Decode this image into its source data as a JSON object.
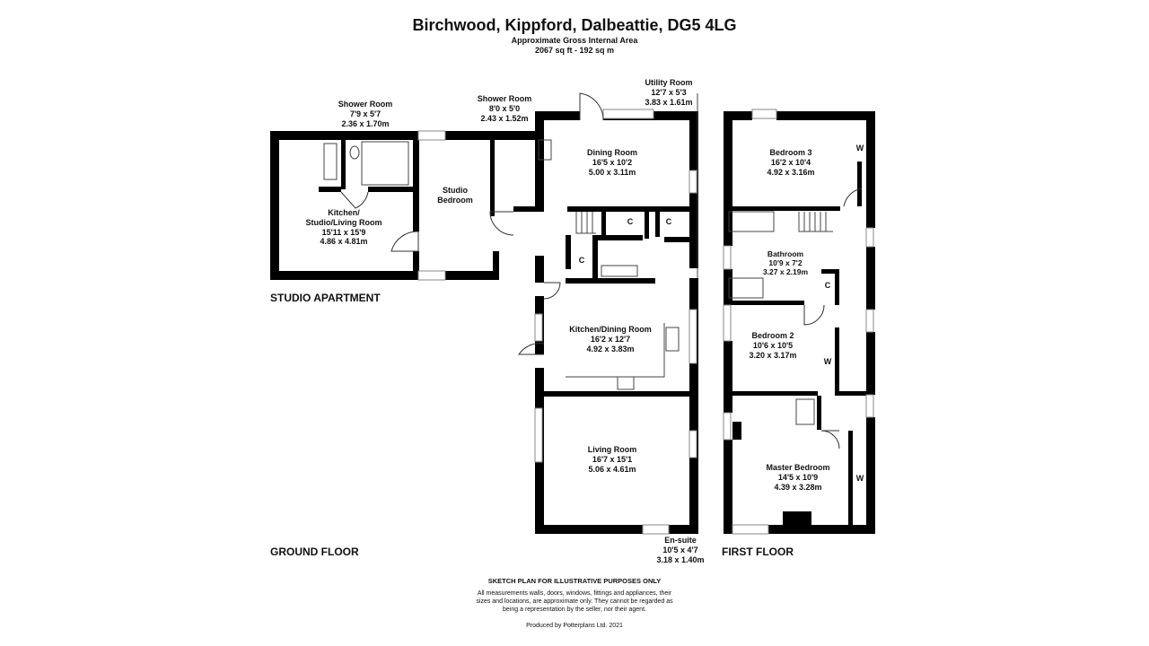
{
  "header": {
    "title": "Birchwood, Kippford, Dalbeattie, DG5 4LG",
    "subtitle": "Approximate Gross Internal Area",
    "area": "2067 sq ft - 192 sq m"
  },
  "rooms": {
    "studio_shower": {
      "name": "Shower Room",
      "imperial": "7'9 x 5'7",
      "metric": "2.36 x 1.70m"
    },
    "shower": {
      "name": "Shower Room",
      "imperial": "8'0 x 5'0",
      "metric": "2.43 x 1.52m"
    },
    "utility": {
      "name": "Utility Room",
      "imperial": "12'7 x 5'3",
      "metric": "3.83 x 1.61m"
    },
    "dining": {
      "name": "Dining Room",
      "imperial": "16'5 x 10'2",
      "metric": "5.00 x 3.11m"
    },
    "studio_bedroom": {
      "name1": "Studio",
      "name2": "Bedroom"
    },
    "studio_kitchen": {
      "name1": "Kitchen/",
      "name2": "Studio/Living Room",
      "imperial": "15'11 x 15'9",
      "metric": "4.86 x 4.81m"
    },
    "kitchen_dining": {
      "name": "Kitchen/Dining Room",
      "imperial": "16'2 x 12'7",
      "metric": "4.92 x 3.83m"
    },
    "living": {
      "name": "Living Room",
      "imperial": "16'7 x 15'1",
      "metric": "5.06 x 4.61m"
    },
    "ensuite": {
      "name": "En-suite",
      "imperial": "10'5 x 4'7",
      "metric": "3.18 x 1.40m"
    },
    "bedroom3": {
      "name": "Bedroom 3",
      "imperial": "16'2 x 10'4",
      "metric": "4.92 x 3.16m"
    },
    "bathroom": {
      "name": "Bathroom",
      "imperial": "10'9 x 7'2",
      "metric": "3.27 x 2.19m"
    },
    "bedroom2": {
      "name": "Bedroom 2",
      "imperial": "10'6 x 10'5",
      "metric": "3.20 x 3.17m"
    },
    "master": {
      "name": "Master Bedroom",
      "imperial": "14'5 x 10'9",
      "metric": "4.39 x 3.28m"
    }
  },
  "markers": {
    "cupboard": "C",
    "wardrobe": "W"
  },
  "floor_labels": {
    "studio": "STUDIO APARTMENT",
    "ground": "GROUND FLOOR",
    "first": "FIRST FLOOR"
  },
  "footer": {
    "heading": "SKETCH PLAN FOR ILLUSTRATIVE PURPOSES ONLY",
    "line1": "All measurements walls, doors, windows, fittings and appliances, their",
    "line2": "sizes and locations, are approximate only. They cannot be regarded as",
    "line3": "being a representation by the seller, nor their agent.",
    "credit": "Produced by Potterplans Ltd. 2021"
  }
}
